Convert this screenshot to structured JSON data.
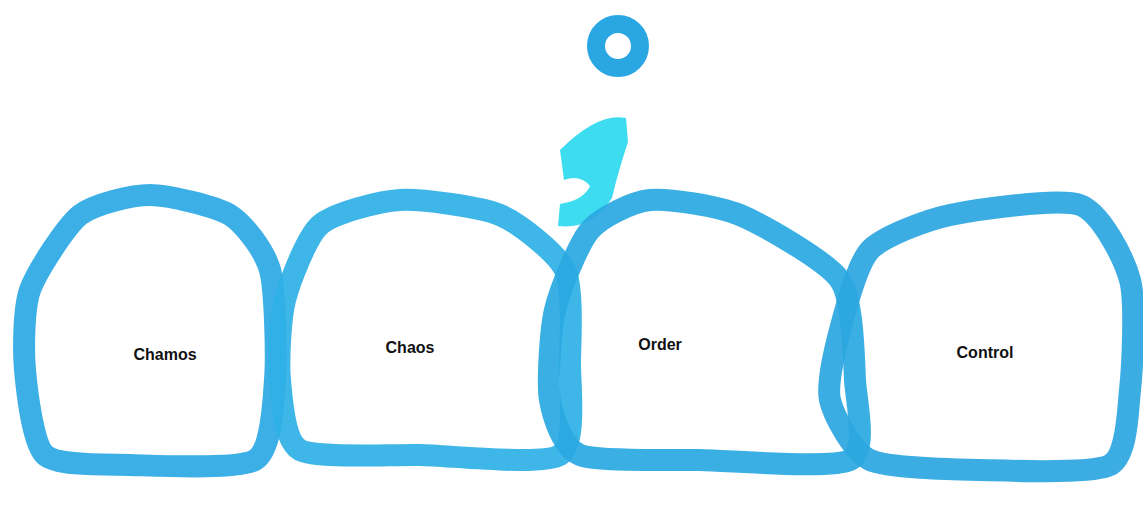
{
  "diagram": {
    "nodes": [
      {
        "text": [
          "Chamos"
        ]
      },
      {
        "text": [
          "Chaos"
        ]
      },
      {
        "text": [
          "Order"
        ]
      },
      {
        "text": [
          "Control"
        ]
      }
    ]
  }
}
